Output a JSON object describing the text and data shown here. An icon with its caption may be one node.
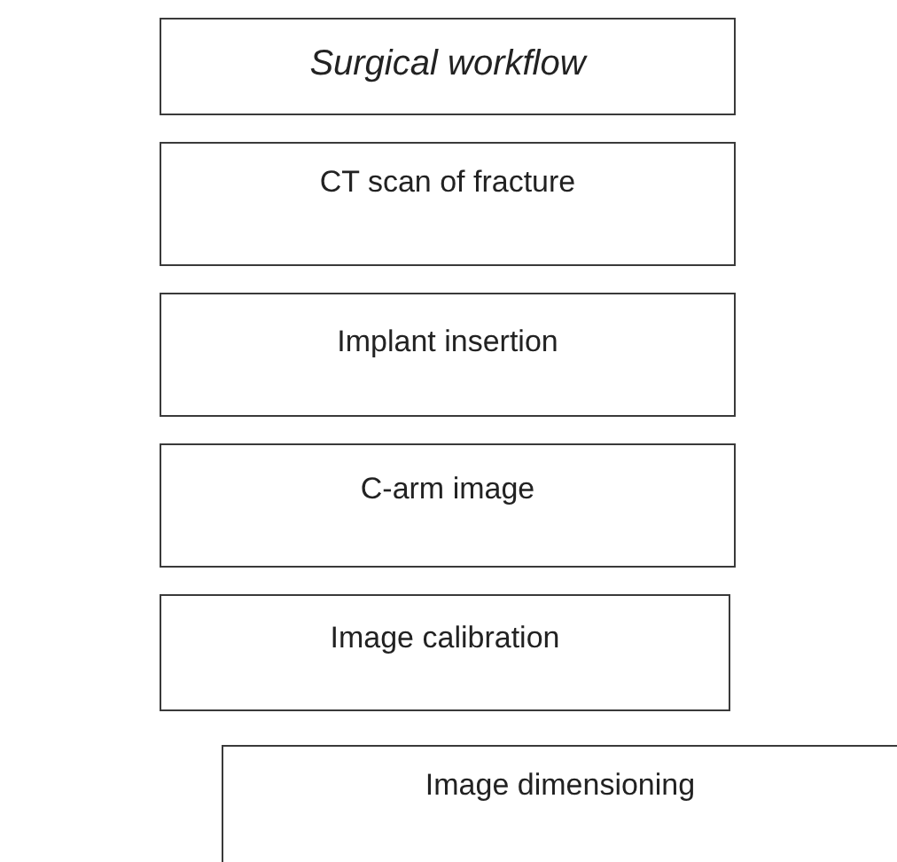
{
  "diagram": {
    "nodes": [
      {
        "text": [
          "Surgical workflow"
        ]
      },
      {
        "text": [
          "CT scan of fracture"
        ]
      },
      {
        "text": [
          "Implant insertion"
        ]
      },
      {
        "text": [
          "C-arm image"
        ]
      },
      {
        "text": [
          "Image calibration"
        ]
      },
      {
        "text": [
          "Image dimensioning"
        ]
      }
    ]
  }
}
